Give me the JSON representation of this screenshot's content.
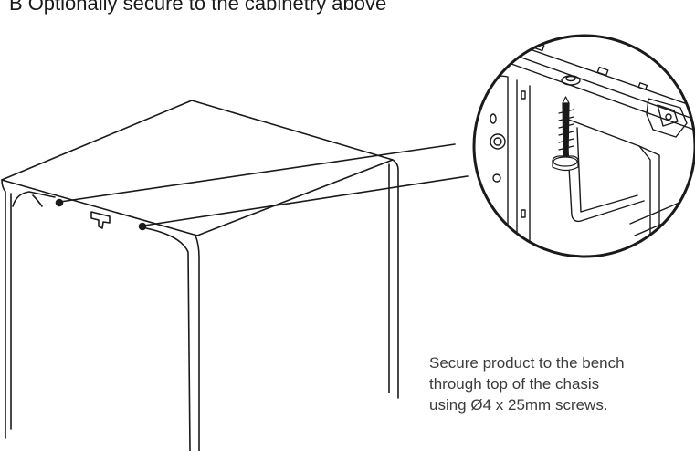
{
  "heading": {
    "step": "B",
    "text": "Optionally secure to the cabinetry above"
  },
  "note": {
    "lines": [
      "Secure product to the bench",
      "through top of the chasis",
      "using Ø4 x 25mm screws."
    ]
  },
  "colors": {
    "line": "#1a1a1a",
    "text": "#3c3c3c",
    "background": "#ffffff"
  }
}
